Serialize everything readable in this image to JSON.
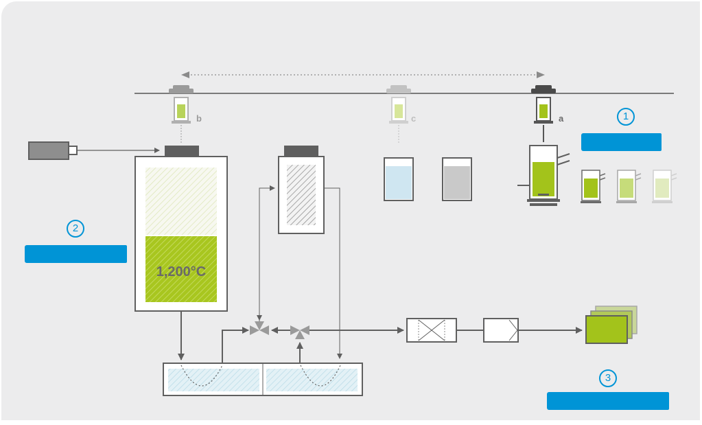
{
  "labels": {
    "sampler_b": "b",
    "sampler_c": "c",
    "sampler_a": "a",
    "temperature": "1,200°C"
  },
  "badges": {
    "one": "1",
    "two": "2",
    "three": "3"
  },
  "colors": {
    "panel": "#ececed",
    "line": "#5f5f5f",
    "green": "#a3c31b",
    "light_blue": "#cfe6f1",
    "accent_blue": "#0094d6"
  }
}
